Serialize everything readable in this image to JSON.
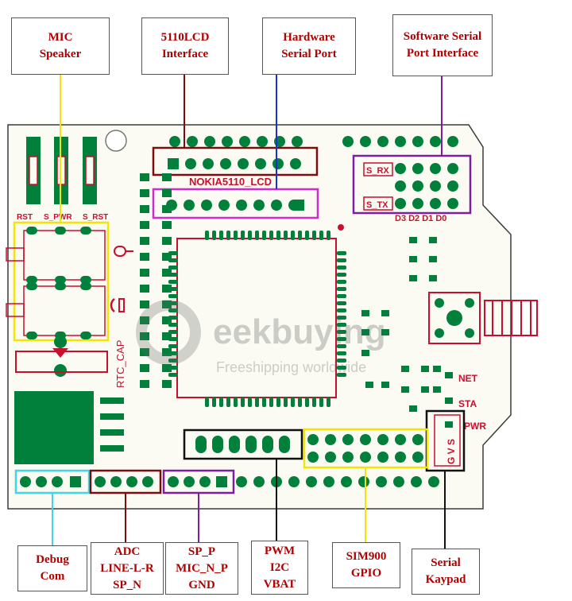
{
  "callouts_top": [
    {
      "id": "mic",
      "lines": [
        "MIC",
        "Speaker"
      ]
    },
    {
      "id": "lcd",
      "lines": [
        "5110LCD",
        "Interface"
      ]
    },
    {
      "id": "hws",
      "lines": [
        "Hardware",
        "Serial Port"
      ]
    },
    {
      "id": "sws",
      "lines": [
        "Software Serial",
        "Port Interface"
      ]
    }
  ],
  "callouts_bottom": [
    {
      "id": "debug",
      "lines": [
        "Debug",
        "Com"
      ]
    },
    {
      "id": "adc",
      "lines": [
        "ADC",
        "LINE-L-R",
        "SP_N"
      ]
    },
    {
      "id": "spp",
      "lines": [
        "SP_P",
        "MIC_N_P",
        "GND"
      ]
    },
    {
      "id": "pwm",
      "lines": [
        "PWM",
        "I2C",
        "VBAT"
      ]
    },
    {
      "id": "sim",
      "lines": [
        "SIM900",
        "GPIO"
      ]
    },
    {
      "id": "kpd",
      "lines": [
        "Serial",
        "Kaypad"
      ]
    }
  ],
  "board_labels": {
    "nokia": "NOKIA5110_LCD",
    "s_rx": "S_RX",
    "s_tx": "S_TX",
    "d_pins": "D3 D2 D1 D0",
    "rst": "RST",
    "s_pwr": "S_PWR",
    "s_rst": "S_RST",
    "rtc_cap": "RTC_CAP",
    "net": "NET",
    "sta": "STA",
    "pwr": "PWR",
    "gvs": "G V S"
  },
  "watermark": {
    "brand": "eekbuying",
    "tagline": "Freeshipping worldwide"
  },
  "colors": {
    "board": "#fbfbf4",
    "copper": "#c8102e",
    "pad": "#00803a",
    "mic_line": "#f2e500",
    "lcd_line": "#7a0e0e",
    "hws_line": "#1a2fd6",
    "sws_line": "#7b1fa2",
    "debug_line": "#40d6e6",
    "pwm_line": "#111111"
  }
}
